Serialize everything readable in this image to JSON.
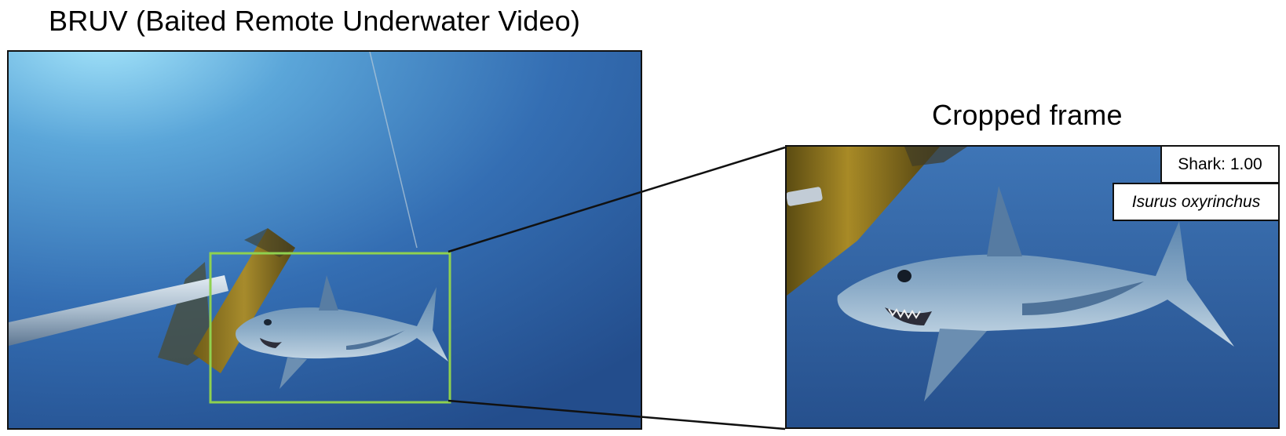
{
  "titles": {
    "left": "BRUV (Baited Remote Underwater Video)",
    "right": "Cropped frame"
  },
  "detection": {
    "label": "Shark: 1.00",
    "species": "Isurus oxyrinchus",
    "box_color": "#8fd14f"
  },
  "colors": {
    "water_light": "#8fd6f4",
    "water_mid": "#3f7ec0",
    "water_deep": "#24508f",
    "pole_color": "#c8d4e0",
    "bait_cage_color": "#8a7424",
    "shark_body": "#7fa3c2",
    "shark_belly": "#c9dbe8"
  },
  "images": {
    "left": "underwater-bruv-frame-with-shortfin-mako-shark",
    "right": "cropped-shortfin-mako-shark"
  }
}
